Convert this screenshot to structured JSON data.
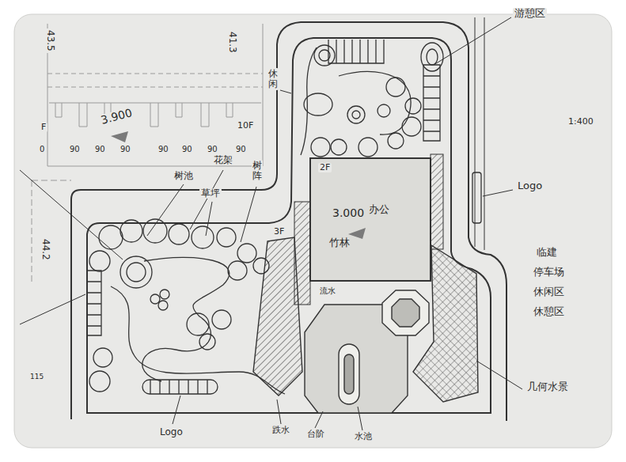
{
  "diagram": {
    "nodes": [
      {
        "text": [
          "3.000",
          "办公",
          "竹林"
        ]
      }
    ],
    "labels": [
      "43.5",
      "41.3",
      "F",
      "0",
      "90",
      "90",
      "90",
      "90",
      "90",
      "90",
      "90",
      "3.900",
      "10F",
      "2F",
      "游憩区",
      "1:400",
      "Logo",
      "3F",
      "44.2",
      "115",
      "Logo",
      "休闲",
      "树池",
      "花架",
      "草坪",
      "树阵",
      "流水",
      "几何水景",
      "临建",
      "停车场",
      "休闲区",
      "休憩区",
      "跌水",
      "台阶",
      "水池"
    ]
  }
}
